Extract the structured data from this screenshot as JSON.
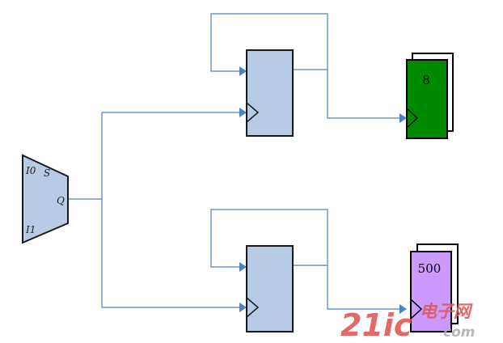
{
  "colors": {
    "wire": "#4f81bd",
    "block_fill": "#b9cbe4",
    "block_stroke": "#1a1a1a",
    "display_top_fill": "#008a00",
    "display_bottom_fill": "#cc99ff",
    "watermark": "#e05858",
    "watermark_muted": "#b0b0b0"
  },
  "mux": {
    "input_0_label": "I0",
    "input_1_label": "I1",
    "select_label": "S",
    "output_label": "Q"
  },
  "display_top": {
    "value": "8"
  },
  "display_bottom": {
    "value": "500"
  },
  "watermark": {
    "brand": "21ic",
    "brand_cn": "电子网",
    "site": "com"
  }
}
